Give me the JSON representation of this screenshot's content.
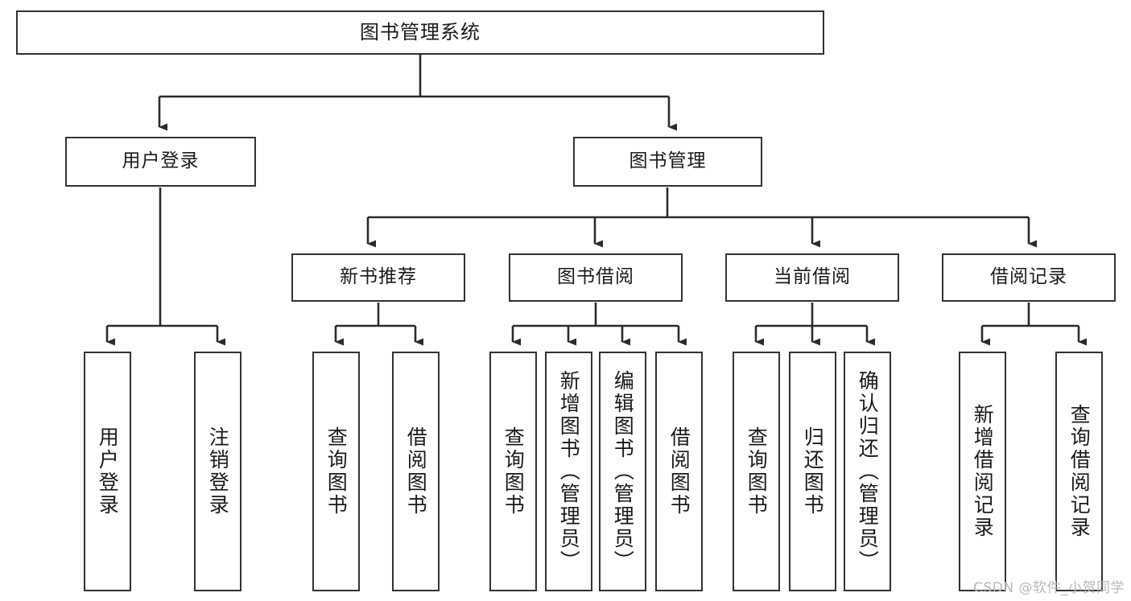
{
  "diagram": {
    "title": "图书管理系统",
    "type": "tree-hierarchy",
    "orientation": "top-down",
    "theme": {
      "background": "#ffffff",
      "box_border": "#333333",
      "box_fill": "#ffffff",
      "text": "#1a1a1a",
      "connector": "#2b2b2b",
      "watermark": "#b8b8b8"
    },
    "root": {
      "label": "图书管理系统"
    },
    "level2": [
      {
        "label": "用户登录"
      },
      {
        "label": "图书管理"
      }
    ],
    "level3": [
      {
        "label": "新书推荐"
      },
      {
        "label": "图书借阅"
      },
      {
        "label": "当前借阅"
      },
      {
        "label": "借阅记录"
      }
    ],
    "leaves": {
      "user_login": [
        {
          "label": "用户登录"
        },
        {
          "label": "注销登录"
        }
      ],
      "new_book_recommend": [
        {
          "label": "查询图书"
        },
        {
          "label": "借阅图书"
        }
      ],
      "book_borrow": [
        {
          "label": "查询图书"
        },
        {
          "label": "新增图书（管理员）"
        },
        {
          "label": "编辑图书（管理员）"
        },
        {
          "label": "借阅图书"
        }
      ],
      "current_borrow": [
        {
          "label": "查询图书"
        },
        {
          "label": "归还图书"
        },
        {
          "label": "确认归还（管理员）"
        }
      ],
      "borrow_record": [
        {
          "label": "新增借阅记录"
        },
        {
          "label": "查询借阅记录"
        }
      ]
    }
  },
  "watermark": {
    "text": "CSDN @软件_小贺同学"
  }
}
